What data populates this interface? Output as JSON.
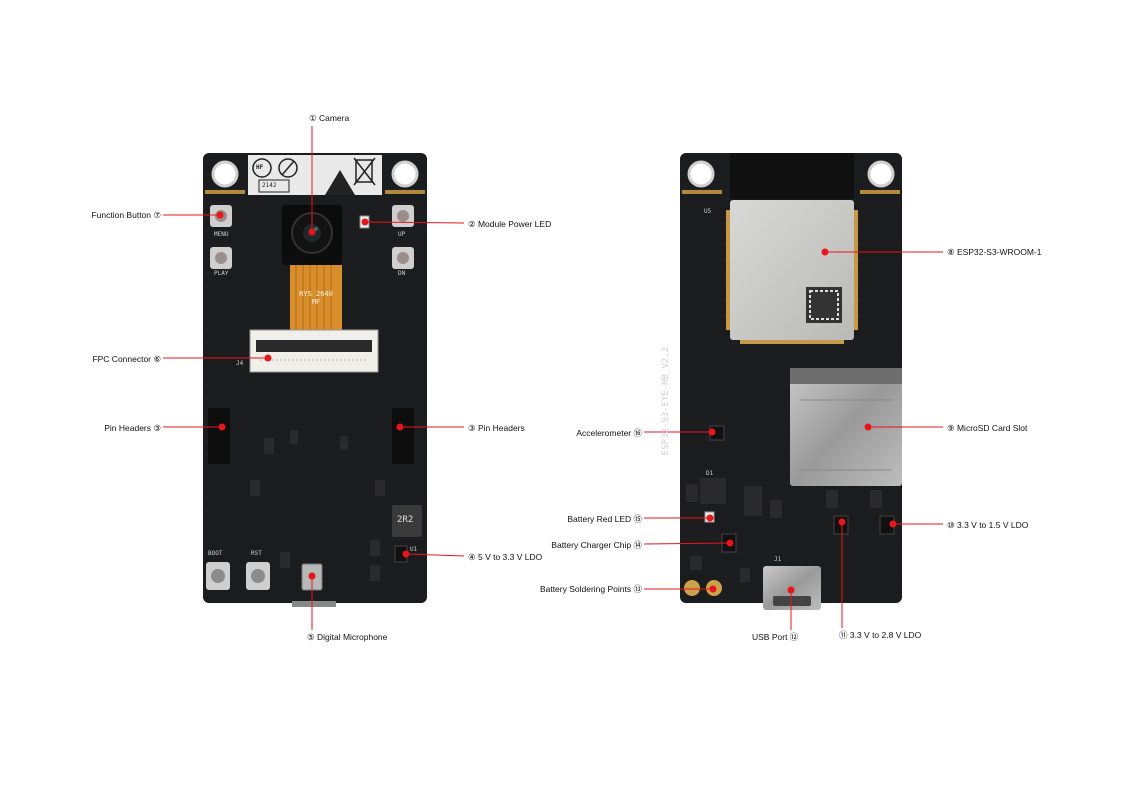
{
  "diagram": {
    "front_labels": {
      "camera": "① Camera",
      "function_button": "Function Button ⑦",
      "module_power_led": "② Module Power LED",
      "fpc_connector": "FPC Connector ⑥",
      "pin_headers_left": "Pin Headers ③",
      "pin_headers_right": "③ Pin Headers",
      "ldo_5v_3v3": "④ 5 V to 3.3 V LDO",
      "digital_microphone": "⑤ Digital Microphone"
    },
    "back_labels": {
      "module": "⑧ ESP32-S3-WROOM-1",
      "accelerometer": "Accelerometer ⑯",
      "microsd_slot": "⑨ MicroSD Card Slot",
      "battery_red_led": "Battery Red LED ⑮",
      "ldo_3v3_1v5": "⑩ 3.3 V to 1.5 V LDO",
      "battery_charger_chip": "Battery Charger Chip ⑭",
      "battery_soldering_points": "Battery Soldering Points ⑬",
      "usb_port": "USB Port ⑫",
      "ldo_3v3_2v8": "⑪ 3.3 V to 2.8 V LDO"
    },
    "silkscreen": {
      "menu": "MENU",
      "play": "PLAY",
      "up": "UP",
      "dn": "DN",
      "boot": "BOOT",
      "rst": "RST",
      "fpc_sensor": "RYS 2640 MF",
      "inductor": "2R2",
      "board_name": "ESP32-S3-EYE-MB_V2.2",
      "date_code": "2142",
      "hf": "HF",
      "j4": "J4",
      "j1": "J1",
      "u1": "U1",
      "u5": "U5",
      "d1": "D1"
    },
    "colors": {
      "board": "#1b1c1e",
      "marker": "#e8151b",
      "leader": "#e8151b",
      "text": "#111111"
    }
  }
}
